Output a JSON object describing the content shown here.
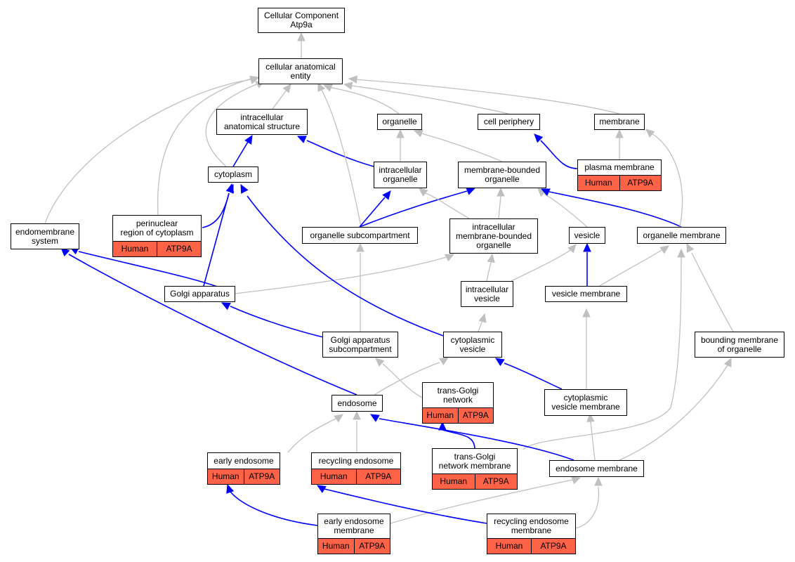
{
  "colors": {
    "is_a": "#c0c0c0",
    "part_of": "#0000ff",
    "annotation_fill": "#ff6347"
  },
  "nodes": {
    "root": {
      "label": "Cellular Component\nAtp9a"
    },
    "cae": {
      "label": "cellular anatomical\nentity"
    },
    "ias": {
      "label": "intracellular\nanatomical structure"
    },
    "organelle": {
      "label": "organelle"
    },
    "cellperiph": {
      "label": "cell periphery"
    },
    "membrane": {
      "label": "membrane"
    },
    "cytoplasm": {
      "label": "cytoplasm"
    },
    "intorg": {
      "label": "intracellular\norganelle"
    },
    "mbo": {
      "label": "membrane-bounded\norganelle"
    },
    "plasma": {
      "label": "plasma membrane",
      "species": "Human",
      "gene": "ATP9A"
    },
    "perinuc": {
      "label": "perinuclear\nregion of cytoplasm",
      "species": "Human",
      "gene": "ATP9A"
    },
    "endomem": {
      "label": "endomembrane\nsystem"
    },
    "orgsub": {
      "label": "organelle subcompartment"
    },
    "imbo": {
      "label": "intracellular\nmembrane-bounded\norganelle"
    },
    "vesicle": {
      "label": "vesicle"
    },
    "orgmem": {
      "label": "organelle membrane"
    },
    "golgi": {
      "label": "Golgi apparatus"
    },
    "intves": {
      "label": "intracellular\nvesicle"
    },
    "vesmem": {
      "label": "vesicle membrane"
    },
    "golgisub": {
      "label": "Golgi apparatus\nsubcompartment"
    },
    "cytves": {
      "label": "cytoplasmic\nvesicle"
    },
    "boundmem": {
      "label": "bounding membrane\nof organelle"
    },
    "tgn": {
      "label": "trans-Golgi\nnetwork",
      "species": "Human",
      "gene": "ATP9A"
    },
    "endosome": {
      "label": "endosome"
    },
    "cytvesmem": {
      "label": "cytoplasmic\nvesicle membrane"
    },
    "earlyendo": {
      "label": "early endosome",
      "species": "Human",
      "gene": "ATP9A"
    },
    "recendo": {
      "label": "recycling endosome",
      "species": "Human",
      "gene": "ATP9A"
    },
    "tgnmem": {
      "label": "trans-Golgi\nnetwork membrane",
      "species": "Human",
      "gene": "ATP9A"
    },
    "endomemb": {
      "label": "endosome membrane"
    },
    "earlyendomem": {
      "label": "early endosome\nmembrane",
      "species": "Human",
      "gene": "ATP9A"
    },
    "recendomem": {
      "label": "recycling endosome\nmembrane",
      "species": "Human",
      "gene": "ATP9A"
    }
  }
}
